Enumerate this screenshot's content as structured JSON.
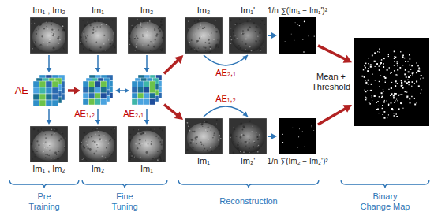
{
  "diagram": {
    "nodes": [
      {
        "text": [
          "Im₁ , Im₂"
        ]
      },
      {
        "text": [
          "AE"
        ]
      },
      {
        "text": [
          "Im₁ , Im₂"
        ]
      },
      {
        "text": [
          "Im₁"
        ]
      },
      {
        "text": [
          "Im₂"
        ]
      },
      {
        "text": [
          "AE₁,₂"
        ]
      },
      {
        "text": [
          "AE₂,₁"
        ]
      },
      {
        "text": [
          "Im₂"
        ]
      },
      {
        "text": [
          "Im₁"
        ]
      },
      {
        "text": [
          "Im₂"
        ]
      },
      {
        "text": [
          "Im₁'"
        ]
      },
      {
        "text": [
          "1/n ∑(Im₁ − Im₁')²"
        ]
      },
      {
        "text": [
          "Im₁"
        ]
      },
      {
        "text": [
          "Im₂'"
        ]
      },
      {
        "text": [
          "1/n ∑(Im₂ − Im₂')²"
        ]
      },
      {
        "text": [
          "Mean + Threshold"
        ]
      }
    ],
    "edges": [
      {
        "from": 0,
        "to": 1,
        "arrow": "to"
      },
      {
        "from": 1,
        "to": 2,
        "arrow": "to"
      },
      {
        "from": 1,
        "to": 5,
        "arrow": "to"
      },
      {
        "from": 3,
        "to": 5,
        "arrow": "to"
      },
      {
        "from": 4,
        "to": 6,
        "arrow": "to"
      },
      {
        "from": 5,
        "to": 6,
        "arrow": "both"
      },
      {
        "from": 5,
        "to": 7,
        "arrow": "to"
      },
      {
        "from": 6,
        "to": 8,
        "arrow": "to"
      },
      {
        "from": 6,
        "to": 9,
        "arrow": "to"
      },
      {
        "from": 6,
        "to": 12,
        "arrow": "to"
      },
      {
        "from": 9,
        "to": 10,
        "arrow": "to",
        "label": "AE₂,₁"
      },
      {
        "from": 10,
        "to": 11,
        "arrow": "to"
      },
      {
        "from": 12,
        "to": 13,
        "arrow": "to",
        "label": "AE₁,₂"
      },
      {
        "from": 13,
        "to": 14,
        "arrow": "to"
      },
      {
        "from": 11,
        "to": 15,
        "arrow": "to"
      },
      {
        "from": 14,
        "to": 15,
        "arrow": "to"
      }
    ],
    "labels": [
      "Pre Training",
      "Fine Tuning",
      "Reconstruction",
      "Binary Change Map"
    ]
  }
}
